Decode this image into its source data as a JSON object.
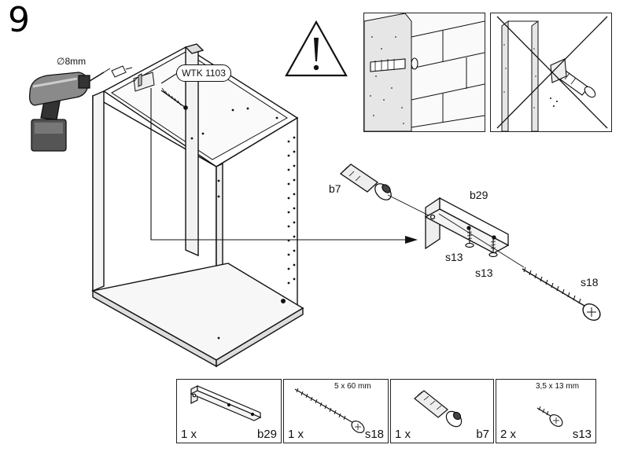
{
  "step": {
    "number": "9"
  },
  "drill": {
    "diameter_label": "∅8mm"
  },
  "callout": {
    "label": "WTK 1103"
  },
  "detail_labels": {
    "anchor": "b7",
    "bracket": "b29",
    "screw_small_a": "s13",
    "screw_small_b": "s13",
    "screw_long": "s18"
  },
  "parts": [
    {
      "qty": "1 x",
      "code": "b29",
      "spec": "",
      "icon": "bracket-icon"
    },
    {
      "qty": "1 x",
      "code": "s18",
      "spec": "5 x 60 mm",
      "icon": "long-screw-icon"
    },
    {
      "qty": "1 x",
      "code": "b7",
      "spec": "",
      "icon": "wall-anchor-icon"
    },
    {
      "qty": "2 x",
      "code": "s13",
      "spec": "3,5 x 13 mm",
      "icon": "small-screw-icon"
    }
  ]
}
